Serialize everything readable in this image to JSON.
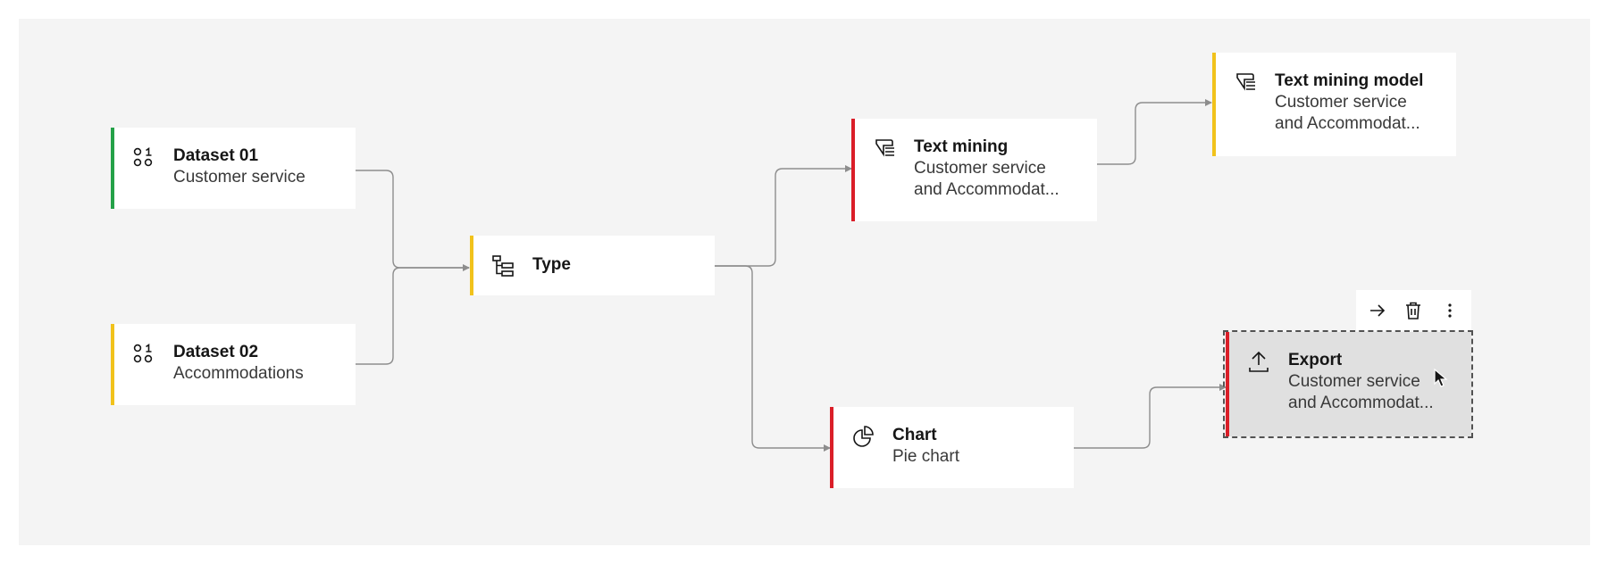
{
  "nodes": {
    "dataset01": {
      "title": "Dataset 01",
      "subtitle": "Customer service",
      "icon": "data-set-icon",
      "status_color": "#24a148"
    },
    "dataset02": {
      "title": "Dataset 02",
      "subtitle": "Accommodations",
      "icon": "data-set-icon",
      "status_color": "#f1c21b"
    },
    "type": {
      "title": "Type",
      "icon": "type-tree-icon",
      "status_color": "#f1c21b"
    },
    "text_mining": {
      "title": "Text mining",
      "subtitle_line1": "Customer service",
      "subtitle_line2": "and Accommodat...",
      "icon": "text-mining-icon",
      "status_color": "#da1e28"
    },
    "text_mining_model": {
      "title": "Text mining model",
      "subtitle_line1": "Customer service",
      "subtitle_line2": "and Accommodat...",
      "icon": "text-mining-icon",
      "status_color": "#f1c21b"
    },
    "chart": {
      "title": "Chart",
      "subtitle": "Pie chart",
      "icon": "pie-chart-icon",
      "status_color": "#da1e28"
    },
    "export": {
      "title": "Export",
      "subtitle_line1": "Customer service",
      "subtitle_line2": "and Accommodat...",
      "icon": "upload-icon",
      "status_color": "#da1e28",
      "selected": true
    }
  },
  "toolbar": {
    "actions": [
      "arrow-right-icon",
      "trash-icon",
      "overflow-menu-icon"
    ]
  },
  "edges": [
    [
      "dataset01",
      "type"
    ],
    [
      "dataset02",
      "type"
    ],
    [
      "type",
      "text_mining"
    ],
    [
      "type",
      "chart"
    ],
    [
      "text_mining",
      "text_mining_model"
    ],
    [
      "chart",
      "export"
    ]
  ]
}
